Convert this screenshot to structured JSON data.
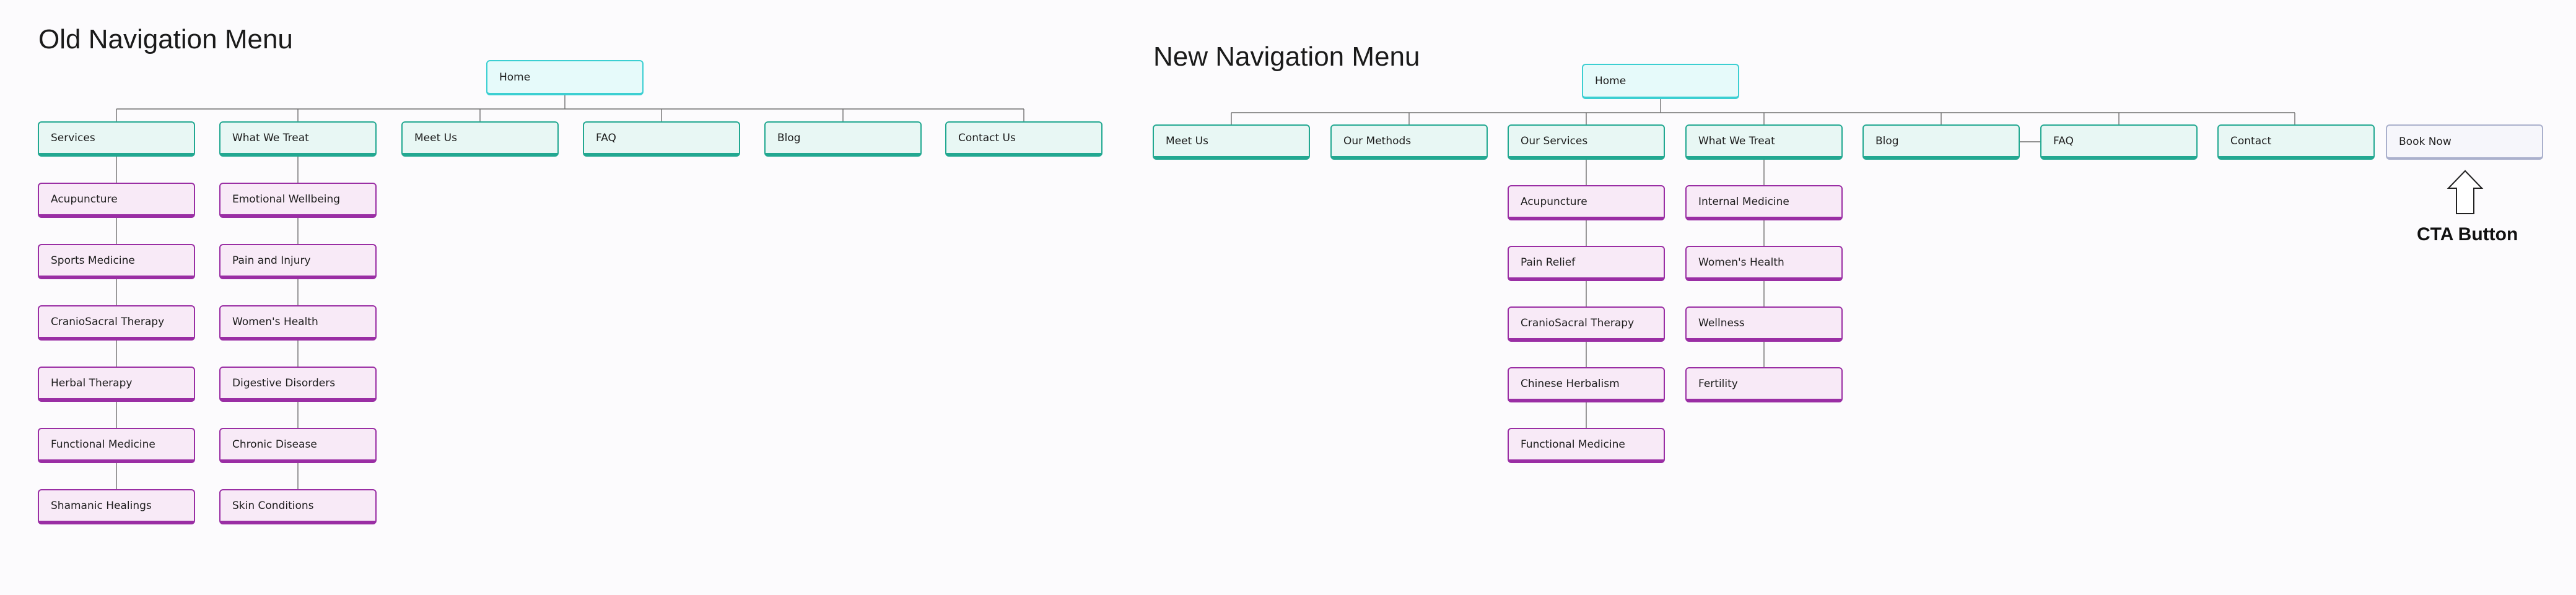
{
  "old_menu": {
    "title": "Old Navigation Menu",
    "home": "Home",
    "top_items": [
      "Services",
      "What We Treat",
      "Meet Us",
      "FAQ",
      "Blog",
      "Contact Us"
    ],
    "services_children": [
      "Acupuncture",
      "Sports Medicine",
      "CranioSacral Therapy",
      "Herbal Therapy",
      "Functional Medicine",
      "Shamanic Healings"
    ],
    "what_we_treat_children": [
      "Emotional Wellbeing",
      "Pain and Injury",
      "Women's Health",
      "Digestive Disorders",
      "Chronic Disease",
      "Skin Conditions"
    ]
  },
  "new_menu": {
    "title": "New Navigation Menu",
    "home": "Home",
    "top_items": [
      "Meet Us",
      "Our Methods",
      "Our Services",
      "What We Treat",
      "Blog",
      "FAQ",
      "Contact",
      "Book Now"
    ],
    "our_services_children": [
      "Acupuncture",
      "Pain Relief",
      "CranioSacral Therapy",
      "Chinese Herbalism",
      "Functional Medicine"
    ],
    "what_we_treat_children": [
      "Internal Medicine",
      "Women's Health",
      "Wellness",
      "Fertility"
    ],
    "cta_label": "CTA Button"
  },
  "colors": {
    "teal_fill": "#e8f7f4",
    "teal_border": "#22a891",
    "home_fill": "#e6fafa",
    "home_border": "#3ccfd2",
    "purple_fill": "#f8eaf7",
    "purple_border": "#9a2ea4",
    "cta_fill": "#f6f6fb",
    "cta_border": "#aab0cc",
    "connector": "#6f6f6f"
  }
}
